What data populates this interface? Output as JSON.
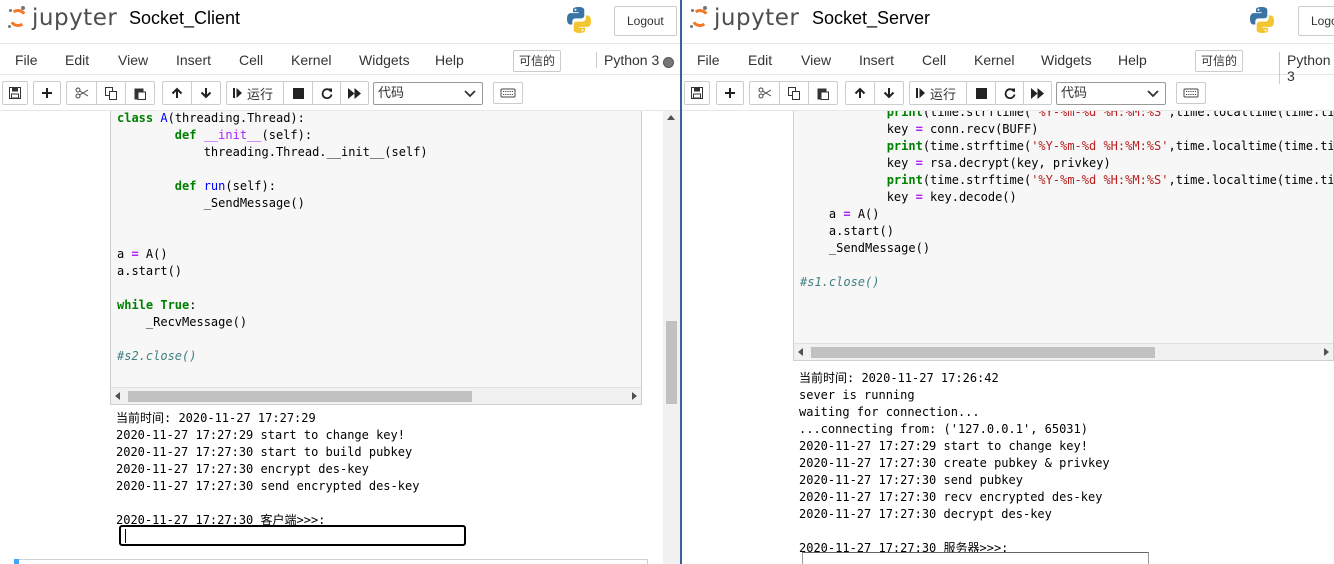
{
  "left": {
    "brand": "jupyter",
    "notebook_name": "Socket_Client",
    "logout_label": "Logout",
    "menu": [
      "File",
      "Edit",
      "View",
      "Insert",
      "Cell",
      "Kernel",
      "Widgets",
      "Help"
    ],
    "trusted_label": "可信的",
    "kernel_name": "Python 3",
    "toolbar": {
      "run_label": "运行",
      "cell_type": "代码"
    },
    "code_lines": [
      [
        {
          "t": "class ",
          "c": "kw"
        },
        {
          "t": "A",
          "c": "nf"
        },
        {
          "t": "(threading.Thread):",
          "c": ""
        }
      ],
      [
        {
          "t": "        ",
          "c": ""
        },
        {
          "t": "def ",
          "c": "kw"
        },
        {
          "t": "__init__",
          "c": "nm"
        },
        {
          "t": "(self):",
          "c": ""
        }
      ],
      [
        {
          "t": "            threading.Thread.__init__(self)",
          "c": ""
        }
      ],
      [
        {
          "t": "",
          "c": ""
        }
      ],
      [
        {
          "t": "        ",
          "c": ""
        },
        {
          "t": "def ",
          "c": "kw"
        },
        {
          "t": "run",
          "c": "nf"
        },
        {
          "t": "(self):",
          "c": ""
        }
      ],
      [
        {
          "t": "            _SendMessage()",
          "c": ""
        }
      ],
      [
        {
          "t": "",
          "c": ""
        }
      ],
      [
        {
          "t": "",
          "c": ""
        }
      ],
      [
        {
          "t": "a ",
          "c": ""
        },
        {
          "t": "=",
          "c": "op"
        },
        {
          "t": " A()",
          "c": ""
        }
      ],
      [
        {
          "t": "a.start()",
          "c": ""
        }
      ],
      [
        {
          "t": "",
          "c": ""
        }
      ],
      [
        {
          "t": "while ",
          "c": "kw"
        },
        {
          "t": "True",
          "c": "kw"
        },
        {
          "t": ":",
          "c": ""
        }
      ],
      [
        {
          "t": "    _RecvMessage()",
          "c": ""
        }
      ],
      [
        {
          "t": "",
          "c": ""
        }
      ],
      [
        {
          "t": "#s2.close()",
          "c": "cm"
        }
      ]
    ],
    "output_lines": [
      "当前时间: 2020-11-27 17:27:29",
      "2020-11-27 17:27:29 start to change key!",
      "2020-11-27 17:27:30 start to build pubkey",
      "2020-11-27 17:27:30 encrypt des-key",
      "2020-11-27 17:27:30 send encrypted des-key",
      "",
      "2020-11-27 17:27:30 客户端>>>:"
    ],
    "stdin_value": ""
  },
  "right": {
    "brand": "jupyter",
    "notebook_name": "Socket_Server",
    "logout_label": "Logout",
    "menu": [
      "File",
      "Edit",
      "View",
      "Insert",
      "Cell",
      "Kernel",
      "Widgets",
      "Help"
    ],
    "trusted_label": "可信的",
    "kernel_name": "Python 3",
    "toolbar": {
      "run_label": "运行",
      "cell_type": "代码"
    },
    "code_lines": [
      [
        {
          "t": "            ",
          "c": ""
        },
        {
          "t": "print",
          "c": "kw"
        },
        {
          "t": "(time.strftime(",
          "c": ""
        },
        {
          "t": "'%Y-%m-%d %H:%M:%S'",
          "c": "st"
        },
        {
          "t": ",time.localtime(time.time",
          "c": ""
        }
      ],
      [
        {
          "t": "            key ",
          "c": ""
        },
        {
          "t": "=",
          "c": "op"
        },
        {
          "t": " conn.recv(BUFF)",
          "c": ""
        }
      ],
      [
        {
          "t": "            ",
          "c": ""
        },
        {
          "t": "print",
          "c": "kw"
        },
        {
          "t": "(time.strftime(",
          "c": ""
        },
        {
          "t": "'%Y-%m-%d %H:%M:%S'",
          "c": "st"
        },
        {
          "t": ",time.localtime(time.time",
          "c": ""
        }
      ],
      [
        {
          "t": "            key ",
          "c": ""
        },
        {
          "t": "=",
          "c": "op"
        },
        {
          "t": " rsa.decrypt(key, privkey)",
          "c": ""
        }
      ],
      [
        {
          "t": "            ",
          "c": ""
        },
        {
          "t": "print",
          "c": "kw"
        },
        {
          "t": "(time.strftime(",
          "c": ""
        },
        {
          "t": "'%Y-%m-%d %H:%M:%S'",
          "c": "st"
        },
        {
          "t": ",time.localtime(time.time",
          "c": ""
        }
      ],
      [
        {
          "t": "            key ",
          "c": ""
        },
        {
          "t": "=",
          "c": "op"
        },
        {
          "t": " key.decode()",
          "c": ""
        }
      ],
      [
        {
          "t": "    a ",
          "c": ""
        },
        {
          "t": "=",
          "c": "op"
        },
        {
          "t": " A()",
          "c": ""
        }
      ],
      [
        {
          "t": "    a.start()",
          "c": ""
        }
      ],
      [
        {
          "t": "    _SendMessage()",
          "c": ""
        }
      ],
      [
        {
          "t": "",
          "c": ""
        }
      ],
      [
        {
          "t": "#s1.close()",
          "c": "cm"
        }
      ]
    ],
    "output_lines": [
      "当前时间: 2020-11-27 17:26:42",
      "sever is running",
      "waiting for connection...",
      "...connecting from: ('127.0.0.1', 65031)",
      "2020-11-27 17:27:29 start to change key!",
      "2020-11-27 17:27:30 create pubkey & privkey",
      "2020-11-27 17:27:30 send pubkey",
      "2020-11-27 17:27:30 recv encrypted des-key",
      "2020-11-27 17:27:30 decrypt des-key",
      "",
      "2020-11-27 17:27:30 服务器>>>:"
    ],
    "stdin_value": ""
  },
  "icons": [
    "save-icon",
    "plus-icon",
    "scissors-icon",
    "copy-icon",
    "paste-icon",
    "arrow-up-icon",
    "arrow-down-icon",
    "step-forward-icon",
    "stop-icon",
    "refresh-icon",
    "fast-forward-icon",
    "keyboard-icon",
    "python-logo-icon",
    "chevron-down-icon"
  ]
}
